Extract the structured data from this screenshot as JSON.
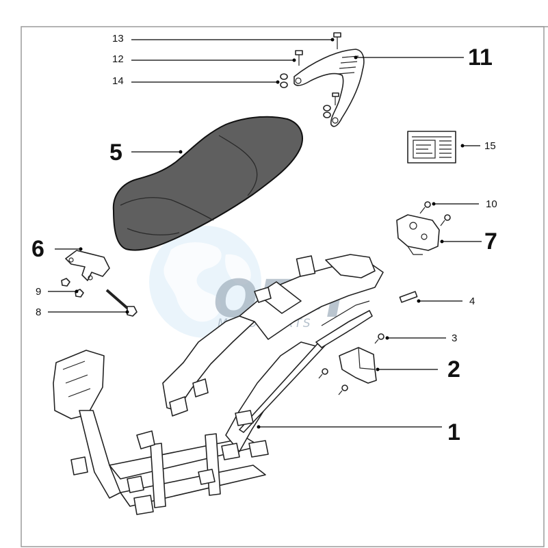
{
  "diagram": {
    "callouts": [
      {
        "id": "13",
        "text": "13"
      },
      {
        "id": "12",
        "text": "12"
      },
      {
        "id": "14",
        "text": "14"
      },
      {
        "id": "11",
        "text": "11"
      },
      {
        "id": "5",
        "text": "5"
      },
      {
        "id": "15",
        "text": "15"
      },
      {
        "id": "10",
        "text": "10"
      },
      {
        "id": "7",
        "text": "7"
      },
      {
        "id": "6",
        "text": "6"
      },
      {
        "id": "9",
        "text": "9"
      },
      {
        "id": "8",
        "text": "8"
      },
      {
        "id": "4",
        "text": "4"
      },
      {
        "id": "3",
        "text": "3"
      },
      {
        "id": "2",
        "text": "2"
      },
      {
        "id": "1",
        "text": "1"
      }
    ]
  },
  "watermark": {
    "brand": "OEM",
    "sub": "MOTORPARTS",
    "icon": "globe-icon"
  }
}
